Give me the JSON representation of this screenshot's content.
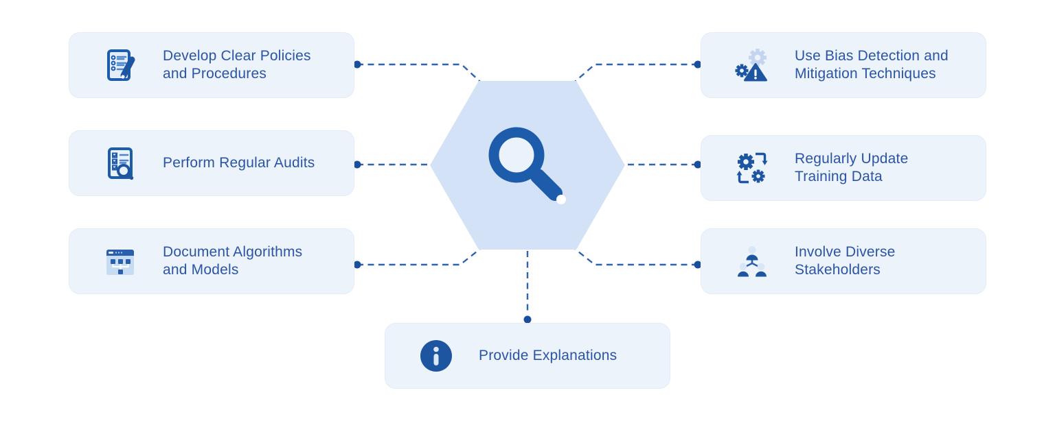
{
  "palette": {
    "card_background": "#edf3fb",
    "card_border": "#e2ebf8",
    "label_text": "#2a54a5",
    "icon_dark_blue": "#1d55a0",
    "icon_medium_blue": "#2e63b1",
    "icon_light_blue": "#c5d4f1",
    "hexagon_fill": "#d3e2f6",
    "connector_dash": "#2e63b1",
    "connector_dot": "#1b4f9d",
    "page_background": "#ffffff"
  },
  "center": {
    "icon": "magnifier-icon",
    "shape": "hexagon"
  },
  "cards": [
    {
      "id": "develop-policies",
      "label": "Develop Clear Policies and Procedures",
      "icon": "document-checklist-pen-icon"
    },
    {
      "id": "perform-audits",
      "label": "Perform Regular Audits",
      "icon": "document-audit-magnifier-icon"
    },
    {
      "id": "document-algorithms",
      "label": "Document Algorithms and Models",
      "icon": "flowchart-window-icon"
    },
    {
      "id": "bias-detection",
      "label": "Use Bias Detection and Mitigation Techniques",
      "icon": "gears-warning-icon"
    },
    {
      "id": "update-training-data",
      "label": "Regularly Update Training Data",
      "icon": "gears-sync-icon"
    },
    {
      "id": "diverse-stakeholders",
      "label": "Involve Diverse Stakeholders",
      "icon": "stakeholders-hierarchy-icon"
    },
    {
      "id": "provide-explanations",
      "label": "Provide Explanations",
      "icon": "info-icon"
    }
  ]
}
